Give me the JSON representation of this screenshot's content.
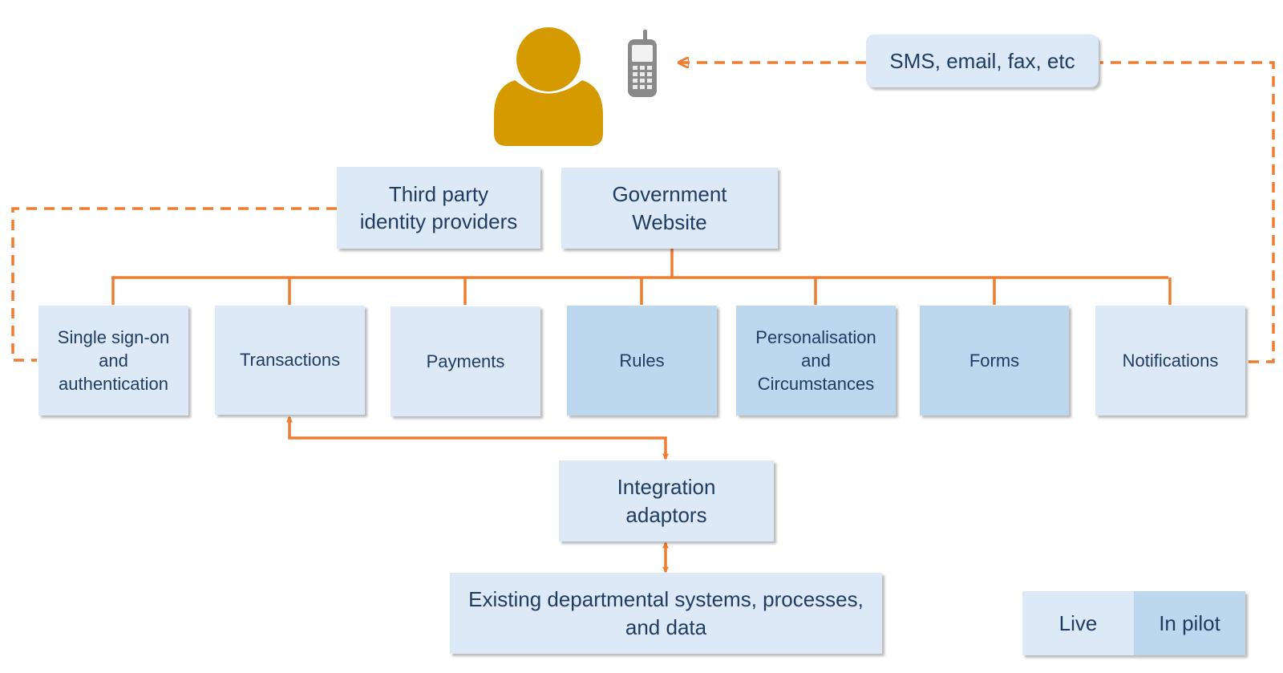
{
  "colors": {
    "connector": "#ed7d31",
    "live": "#dde9f6",
    "pilot": "#bdd7ee",
    "text": "#1f3d63",
    "user": "#d49a00",
    "phone": "#8a8a8a"
  },
  "icons": {
    "user": "user-icon",
    "phone": "mobile-phone-icon"
  },
  "top": {
    "channel": "SMS, email, fax, etc",
    "third_party": "Third party\nidentity providers",
    "website": "Government\nWebsite"
  },
  "services": [
    {
      "label": "Single sign-on\nand\nauthentication",
      "status": "live"
    },
    {
      "label": "Transactions",
      "status": "live"
    },
    {
      "label": "Payments",
      "status": "live"
    },
    {
      "label": "Rules",
      "status": "pilot"
    },
    {
      "label": "Personalisation\nand\nCircumstances",
      "status": "pilot"
    },
    {
      "label": "Forms",
      "status": "pilot"
    },
    {
      "label": "Notifications",
      "status": "live"
    }
  ],
  "integration": "Integration\nadaptors",
  "existing": "Existing departmental systems, processes,\nand data",
  "legend": {
    "live": "Live",
    "pilot": "In pilot"
  }
}
